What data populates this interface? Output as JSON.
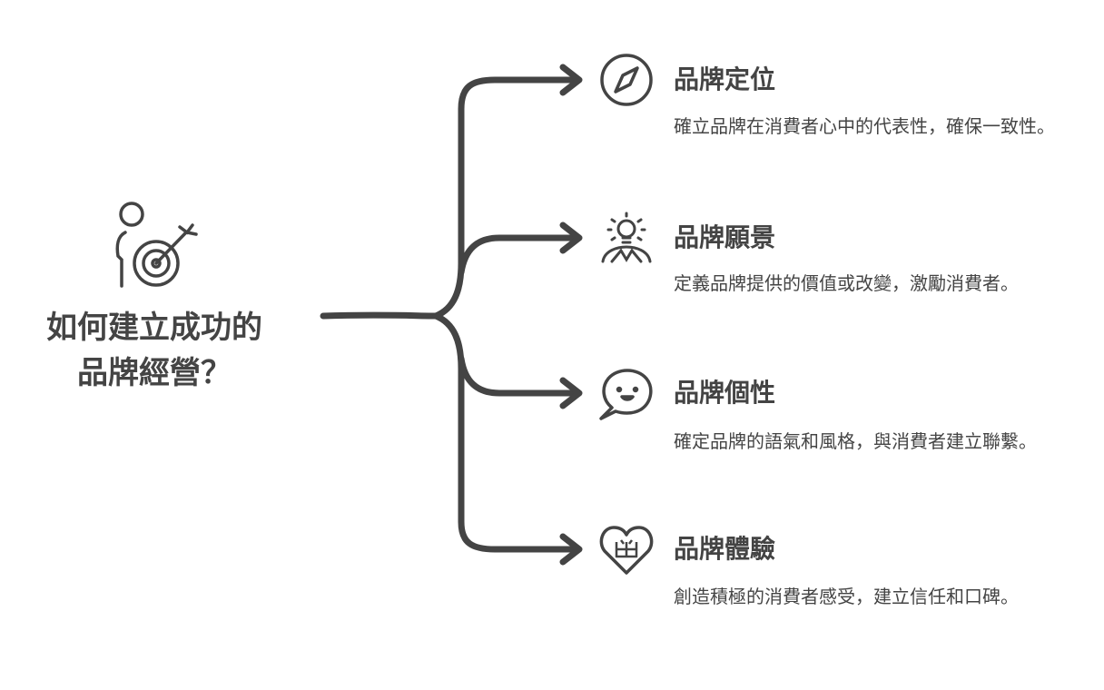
{
  "title": {
    "line1": "如何建立成功的",
    "line2": "品牌經營？"
  },
  "items": [
    {
      "heading": "品牌定位",
      "description": "確立品牌在消費者心中的代表性，確保一致性。",
      "icon": "compass-icon"
    },
    {
      "heading": "品牌願景",
      "description": "定義品牌提供的價值或改變，激勵消費者。",
      "icon": "lightbulb-person-icon"
    },
    {
      "heading": "品牌個性",
      "description": "確定品牌的語氣和風格，與消費者建立聯繫。",
      "icon": "smiley-speech-bubble-icon"
    },
    {
      "heading": "品牌體驗",
      "description": "創造積極的消費者感受，建立信任和口碑。",
      "icon": "heart-gift-icon"
    }
  ],
  "colors": {
    "ink": "#444444",
    "background": "#ffffff"
  }
}
